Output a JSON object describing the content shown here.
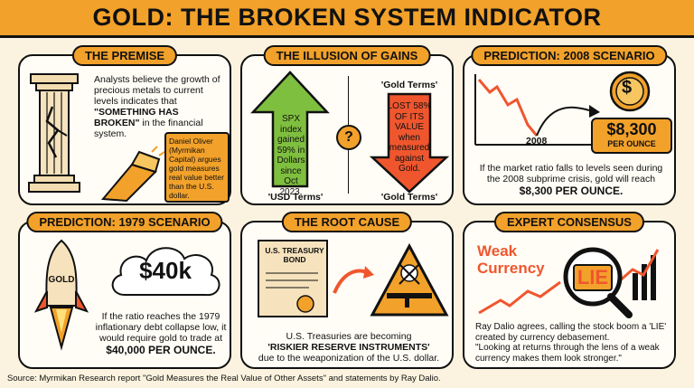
{
  "title": "GOLD: THE BROKEN SYSTEM INDICATOR",
  "panels": {
    "premise": {
      "title": "THE PREMISE",
      "text1": "Analysts believe the growth of precious metals to current levels indicates that",
      "text2": "\"SOMETHING HAS BROKEN\"",
      "text3": "in the financial system.",
      "note": "Daniel Oliver (Myrmikan Capital) argues gold measures real value better than the U.S. dollar."
    },
    "illusion": {
      "title": "THE ILLUSION OF GAINS",
      "up_text": "SPX index gained 59% in Dollars since Oct 2023.",
      "down_text": "LOST 58% OF ITS VALUE when measured against Gold.",
      "label_gold_top": "'Gold Terms'",
      "label_usd": "'USD Terms'",
      "label_gold_bottom": "'Gold Terms'",
      "question": "?"
    },
    "pred2008": {
      "title": "PREDICTION: 2008 SCENARIO",
      "year_label": "2008",
      "coin_symbol": "$",
      "price": "$8,300",
      "price_unit": "PER OUNCE",
      "text1": "If the market ratio falls to levels seen during the 2008 subprime crisis, gold will reach",
      "text2": "$8,300 PER OUNCE."
    },
    "pred1979": {
      "title": "PREDICTION: 1979 SCENARIO",
      "rocket_label": "GOLD",
      "cloud_value": "$40k",
      "text1": "If the ratio reaches the 1979 inflationary debt collapse low, it would require gold to trade at",
      "text2": "$40,000 PER OUNCE."
    },
    "root": {
      "title": "THE ROOT CAUSE",
      "bond_line1": "U.S. TREASURY",
      "bond_line2": "BOND",
      "text1": "U.S. Treasuries are becoming",
      "text2": "'RISKIER RESERVE INSTRUMENTS'",
      "text3": "due to the weaponization of the U.S. dollar."
    },
    "expert": {
      "title": "EXPERT CONSENSUS",
      "weak1": "Weak",
      "weak2": "Currency",
      "lie": "LIE",
      "text1": "Ray Dalio agrees, calling the stock boom a 'LIE' created by currency debasement.",
      "text2": "\"Looking at returns through the lens of a weak currency makes them look stronger.\""
    }
  },
  "source": "Source: Myrmikan Research report \"Gold Measures the Real Value of Other Assets\" and statements by Ray Dalio.",
  "colors": {
    "accent": "#f2a12a",
    "green": "#7fbf3f",
    "red": "#f0562e",
    "background": "#fbf3df"
  }
}
